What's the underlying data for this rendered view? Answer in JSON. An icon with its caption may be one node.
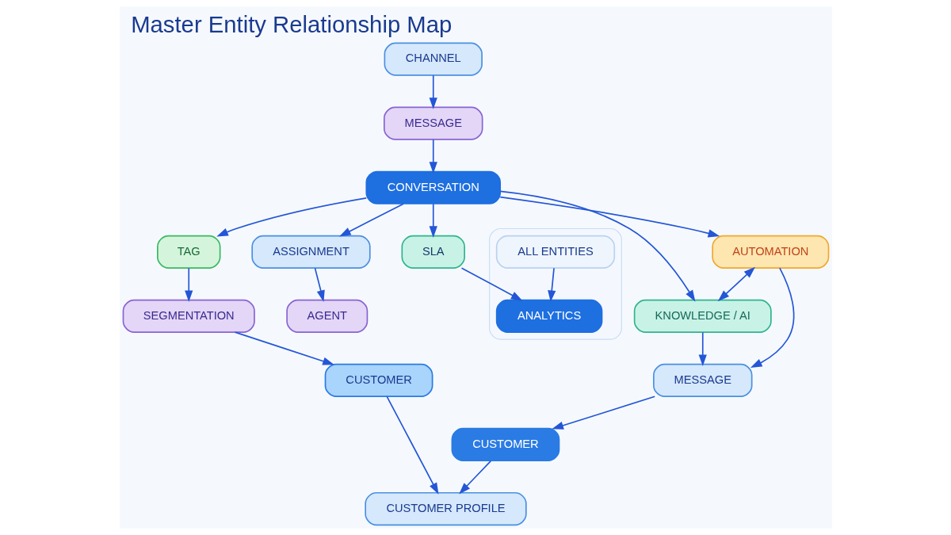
{
  "diagram": {
    "title": "Master Entity Relationship Map",
    "nodes": [
      {
        "text": [
          "CHANNEL"
        ]
      },
      {
        "text": [
          "MESSAGE"
        ]
      },
      {
        "text": [
          "CONVERSATION"
        ]
      },
      {
        "text": [
          "SLA"
        ]
      },
      {
        "text": [
          "TAG"
        ]
      },
      {
        "text": [
          "ASSIGNMENT"
        ]
      },
      {
        "text": [
          "AGENT"
        ]
      },
      {
        "text": [
          "CUSTOMER"
        ]
      },
      {
        "text": [
          "SEGMENTATION"
        ]
      },
      {
        "text": [
          "AUTOMATION"
        ]
      },
      {
        "text": [
          "KNOWLEDGE / AI"
        ]
      },
      {
        "text": [],
        "shape": "box"
      },
      {
        "text": [
          "ALL ENTITIES"
        ],
        "in": 11
      },
      {
        "text": [
          "ANALYTICS"
        ],
        "in": 11
      },
      {
        "text": [
          "CUSTOMER PROFILE"
        ]
      },
      {
        "text": [
          "MESSAGE"
        ]
      },
      {
        "text": [
          "CUSTOMER"
        ]
      }
    ],
    "edges": [
      {
        "from": 0,
        "to": 1,
        "arrow": "to"
      },
      {
        "from": 1,
        "to": 2,
        "arrow": "to"
      },
      {
        "from": 2,
        "to": 3,
        "arrow": "to"
      },
      {
        "from": 2,
        "to": 4,
        "arrow": "to"
      },
      {
        "from": 2,
        "to": 5,
        "arrow": "to"
      },
      {
        "from": 2,
        "to": 9,
        "arrow": "to"
      },
      {
        "from": 2,
        "to": 10,
        "arrow": "to"
      },
      {
        "from": 5,
        "to": 6,
        "arrow": "to"
      },
      {
        "from": 4,
        "to": 8,
        "arrow": "to"
      },
      {
        "from": 8,
        "to": 7,
        "arrow": "to"
      },
      {
        "from": 7,
        "to": 14,
        "arrow": "to"
      },
      {
        "from": 9,
        "to": 10,
        "arrow": "both"
      },
      {
        "from": 9,
        "to": 15,
        "arrow": "to"
      },
      {
        "from": 10,
        "to": 15,
        "arrow": "to"
      },
      {
        "from": 15,
        "to": 16,
        "arrow": "to"
      },
      {
        "from": 16,
        "to": 14,
        "arrow": "to"
      },
      {
        "from": 3,
        "to": 13,
        "arrow": "to"
      },
      {
        "from": 12,
        "to": 13,
        "arrow": "to"
      }
    ]
  }
}
